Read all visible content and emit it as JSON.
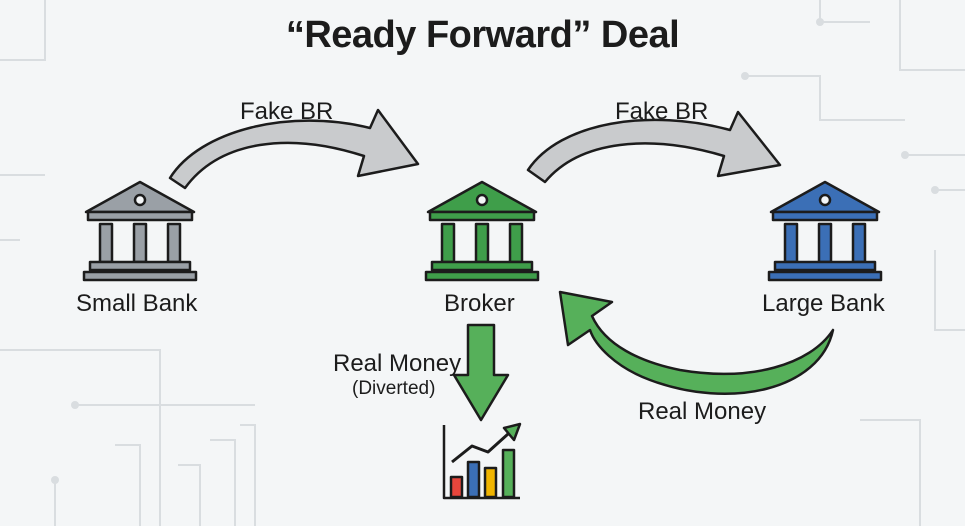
{
  "title": "“Ready Forward” Deal",
  "nodes": {
    "small_bank": {
      "label": "Small Bank",
      "color": "#9aa0a6"
    },
    "broker": {
      "label": "Broker",
      "color": "#3f9e4a"
    },
    "large_bank": {
      "label": "Large Bank",
      "color": "#3b6fb6"
    }
  },
  "flows": {
    "fake_br_1": "Fake BR",
    "fake_br_2": "Fake BR",
    "real_money_return": "Real Money",
    "real_money_diverted": "Real Money",
    "diverted_note": "(Diverted)"
  },
  "colors": {
    "gray_arrow": "#c9cbcd",
    "green_arrow": "#56b05a",
    "outline": "#1c1c1c",
    "circuit_lines": "#d9dde0"
  },
  "icons": {
    "bank": "bank-building-icon",
    "investment": "bar-chart-growth-icon"
  }
}
